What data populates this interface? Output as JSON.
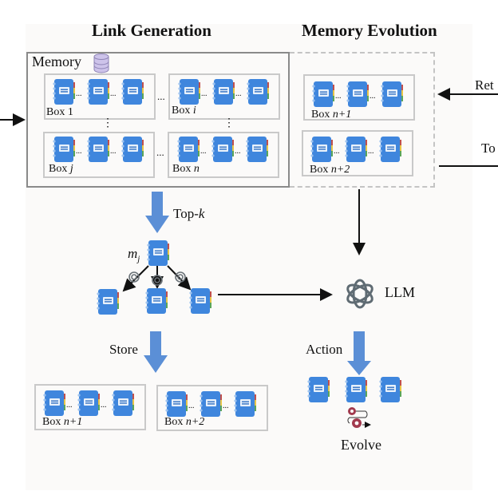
{
  "titles": {
    "link_generation": "Link Generation",
    "memory_evolution": "Memory Evolution"
  },
  "memory": {
    "label": "Memory",
    "icon": "database-icon",
    "boxes": [
      {
        "prefix": "Box ",
        "suffix": "1",
        "italic": false
      },
      {
        "prefix": "Box ",
        "suffix": "i",
        "italic": true
      },
      {
        "prefix": "Box ",
        "suffix": "j",
        "italic": true
      },
      {
        "prefix": "Box ",
        "suffix": "n",
        "italic": true
      }
    ],
    "ellipsis_h": "...",
    "ellipsis_v": "⋮"
  },
  "evolution_boxes": [
    {
      "prefix": "Box ",
      "suffix": "n+1"
    },
    {
      "prefix": "Box ",
      "suffix": "n+2"
    }
  ],
  "right_inputs": {
    "top": "Ret",
    "bottom": "To"
  },
  "flow": {
    "topk_prefix": "Top-",
    "topk_k": "k",
    "node_label": "m",
    "node_sub": "j",
    "llm_label": "LLM",
    "store_label": "Store",
    "action_label": "Action",
    "evolve_label": "Evolve"
  },
  "stored_boxes": [
    {
      "prefix": "Box ",
      "suffix": "n+1"
    },
    {
      "prefix": "Box ",
      "suffix": "n+2"
    }
  ],
  "colors": {
    "notebook": "#3f86dd",
    "notebook_dark": "#2f6fc2",
    "arrow_blue": "#5b8fd6",
    "llm_gray": "#5f6b73",
    "gear": "#a23a4e",
    "database": "#c9bfe6"
  }
}
